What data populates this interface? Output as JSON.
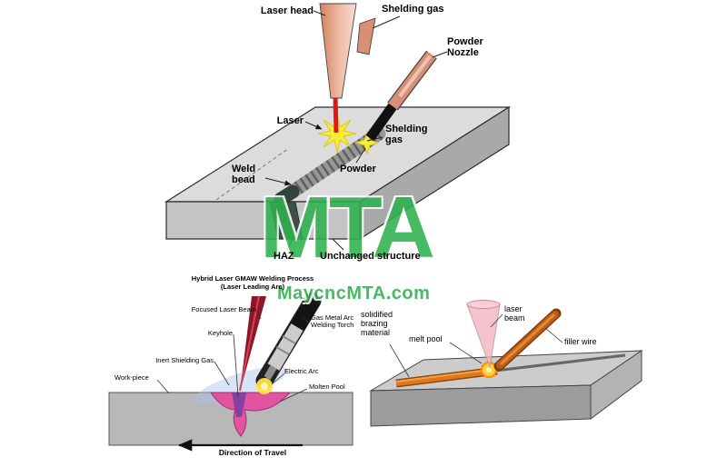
{
  "watermark": {
    "logo": "MTA",
    "site": "MaycncMTA.com",
    "color": "#2eb14e"
  },
  "cladding_diagram": {
    "labels": {
      "laser_head": "Laser head",
      "shielding_gas_top": "Shelding gas",
      "powder_nozzle": "Powder Nozzle",
      "laser": "Laser",
      "shielding_gas_side": "Shelding gas",
      "powder": "Powder",
      "weld_bead": "Weld bead",
      "haz": "HAZ",
      "unchanged_structure": "Unchanged structure"
    }
  },
  "hybrid_diagram": {
    "title_line1": "Hybrid Laser GMAW Welding Process",
    "title_line2": "(Laser Leading Arc)",
    "labels": {
      "focused_laser_beam": "Focused Laser Beam",
      "keyhole": "Keyhole",
      "inert_shielding_gas": "Inert Shielding Gas",
      "work_piece": "Work-piece",
      "gmaw_torch": "Gas Metal Arc Welding Torch",
      "electric_arc": "Electric Arc",
      "molten_pool": "Molten Pool",
      "direction_of_travel": "Direction of Travel"
    }
  },
  "brazing_diagram": {
    "labels": {
      "laser_beam": "laser beam",
      "melt_pool": "melt pool",
      "solidified_brazing_material": "solidified brazing material",
      "filler_wire": "filler wire"
    }
  }
}
